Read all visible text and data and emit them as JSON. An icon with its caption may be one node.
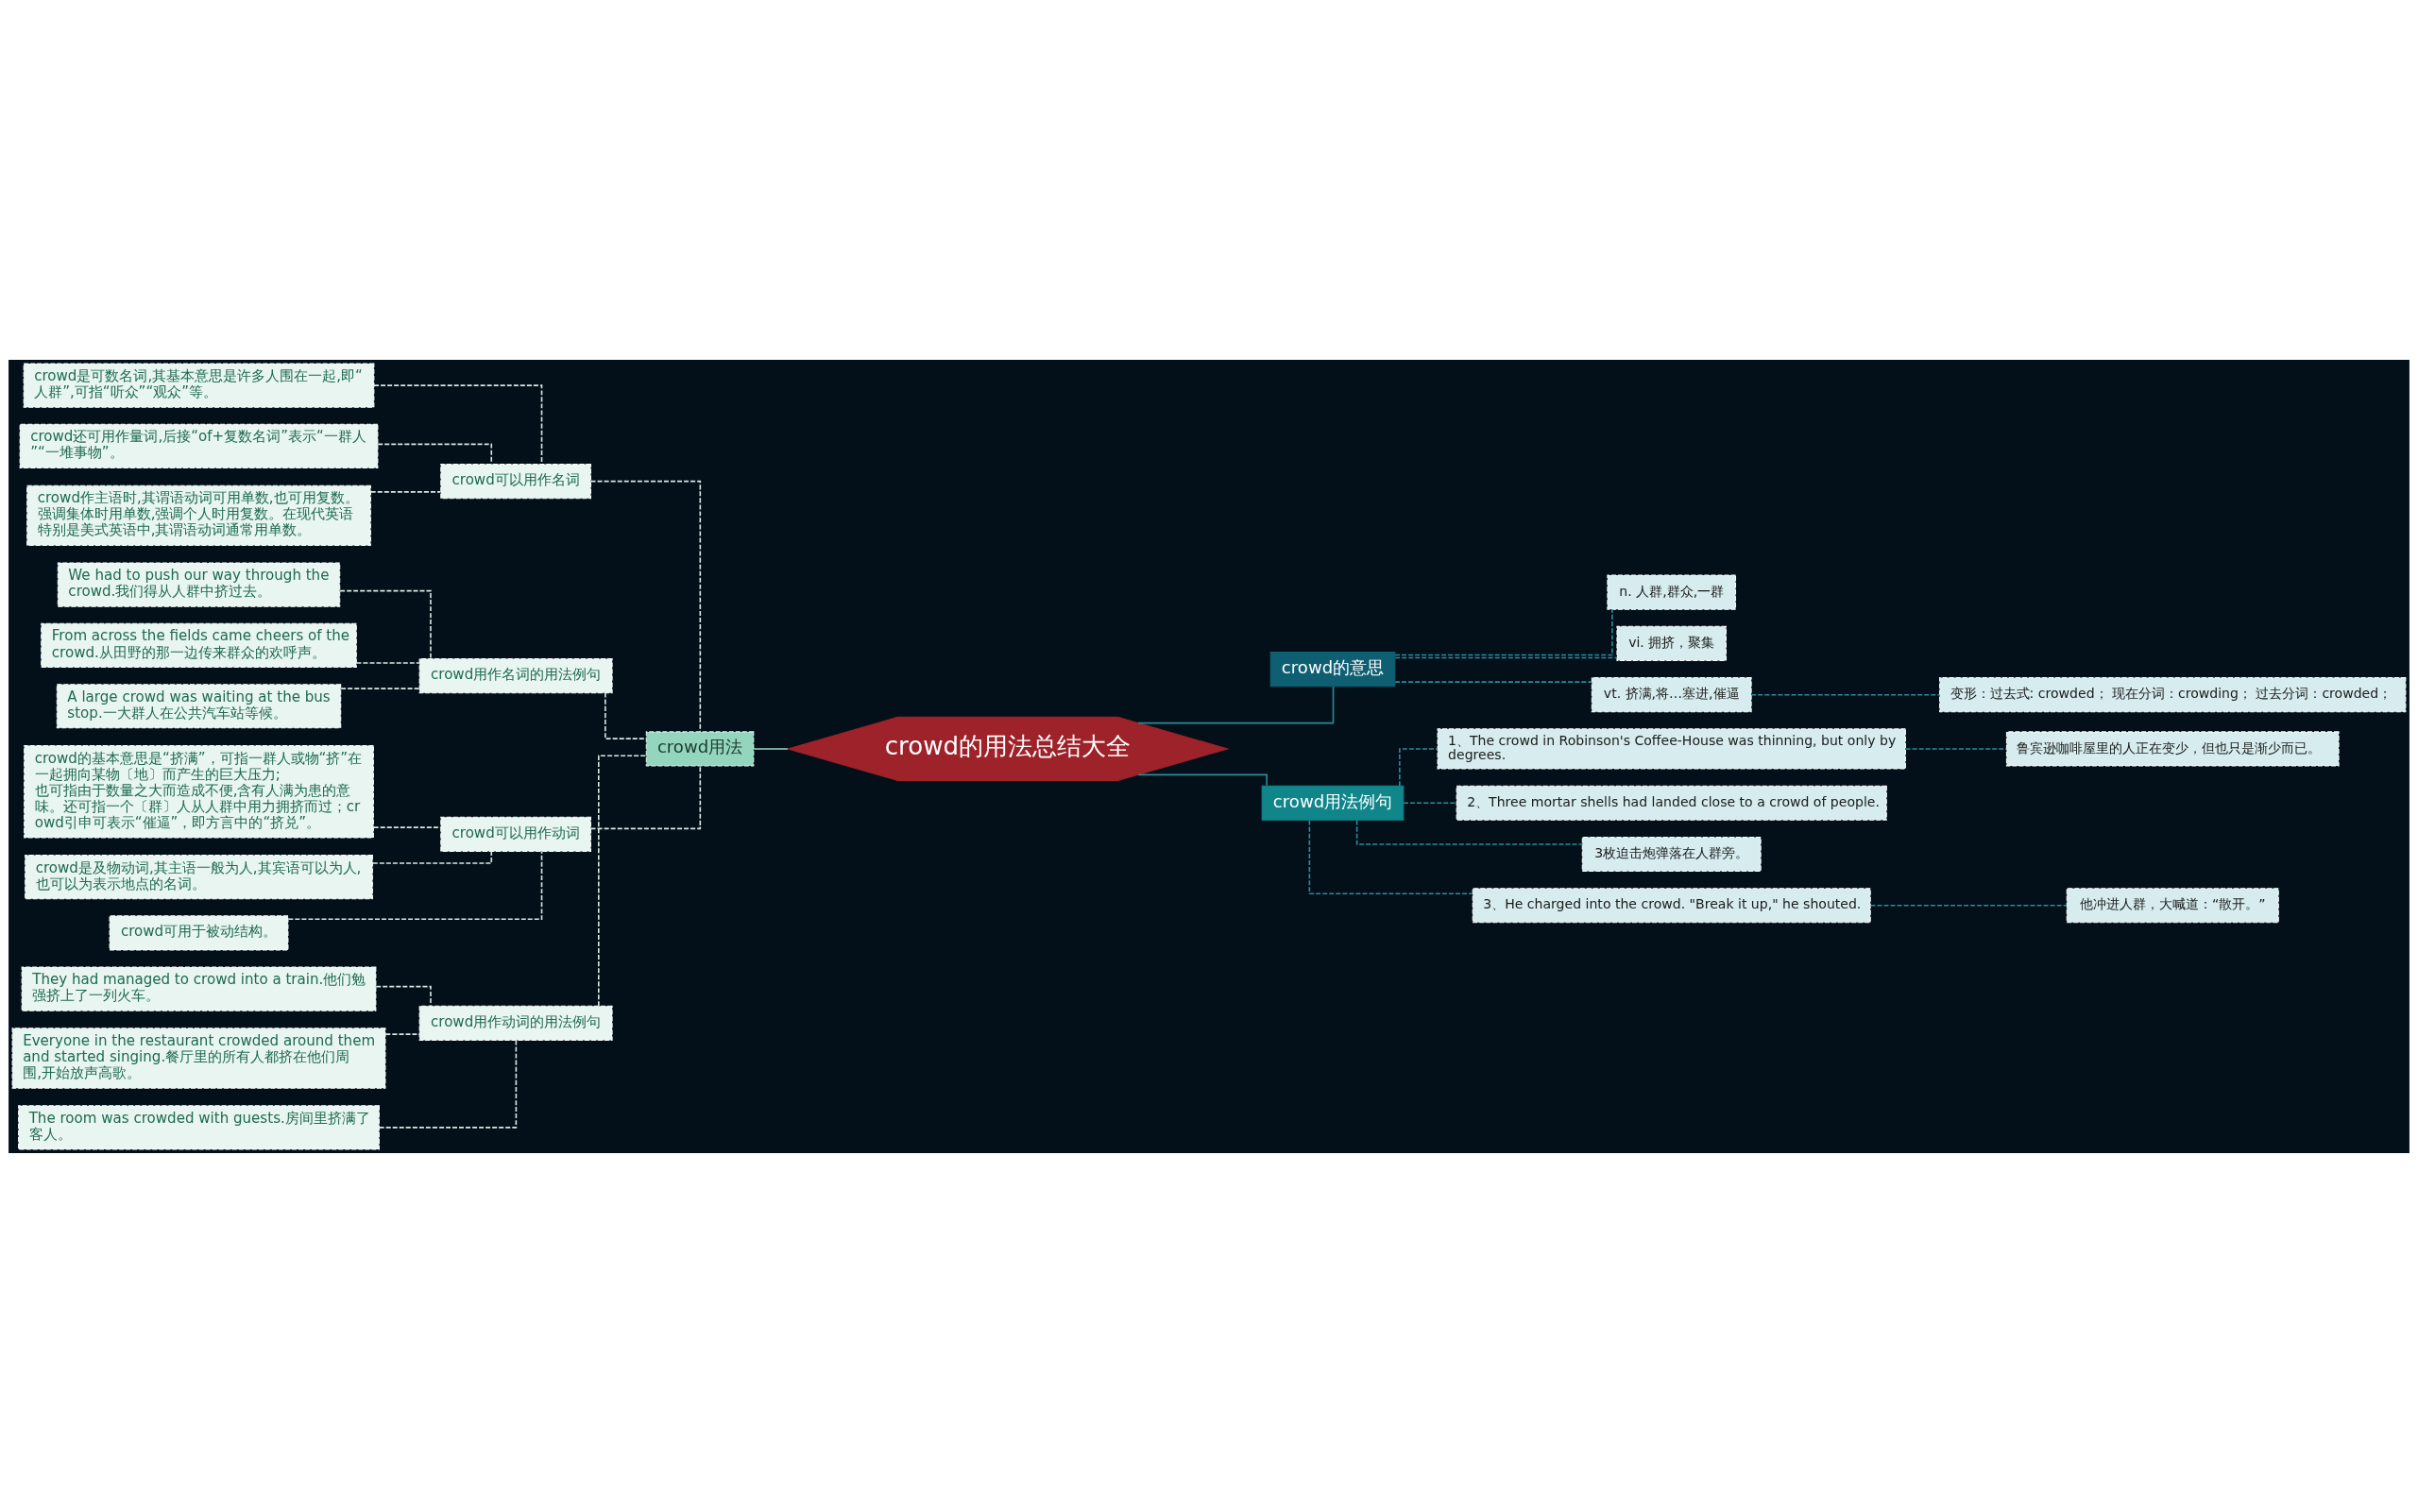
{
  "diagram": {
    "nodes": [
      {
        "text": [
          "crowd的用法总结大全"
        ]
      },
      {
        "text": [
          "crowd用法"
        ]
      },
      {
        "text": [
          "crowd可以用作名词"
        ]
      },
      {
        "text": [
          "crowd是可数名词,其基本意思是许多人围在一起,即“人群”,可指“听众”“观众”等。"
        ]
      },
      {
        "text": [
          "crowd还可用作量词,后接“of+复数名词”表示“一群人”“一堆事物”。"
        ]
      },
      {
        "text": [
          "crowd作主语时,其谓语动词可用单数,也可用复数。强调集体时用单数,强调个人时用复数。在现代英语特别是美式英语中,其谓语动词通常用单数。"
        ]
      },
      {
        "text": [
          "crowd用作名词的用法例句"
        ]
      },
      {
        "text": [
          "We had to push our way through the crowd.我们得从人群中挤过去。"
        ]
      },
      {
        "text": [
          "From across the fields came cheers of the crowd.从田野的那一边传来群众的欢呼声。"
        ]
      },
      {
        "text": [
          "A large crowd was waiting at the bus stop.一大群人在公共汽车站等候。"
        ]
      },
      {
        "text": [
          "crowd可以用作动词"
        ]
      },
      {
        "text": [
          "crowd的基本意思是“挤满”，可指一群人或物“挤”在一起拥向某物〔地〕而产生的巨大压力; 也可指由于数量之大而造成不便,含有人满为患的意味。还可指一个〔群〕人从人群中用力拥挤而过；crowd引申可表示“催逼”，即方言中的“挤兑”。"
        ]
      },
      {
        "text": [
          "crowd是及物动词,其主语一般为人,其宾语可以为人,也可以为表示地点的名词。"
        ]
      },
      {
        "text": [
          "crowd可用于被动结构。"
        ]
      },
      {
        "text": [
          "crowd用作动词的用法例句"
        ]
      },
      {
        "text": [
          "They had managed to crowd into a train.他们勉强挤上了一列火车。"
        ]
      },
      {
        "text": [
          "Everyone in the restaurant crowded around them and started singing.餐厅里的所有人都挤在他们周围,开始放声高歌。"
        ]
      },
      {
        "text": [
          "The room was crowded with guests.房间里挤满了客人。"
        ]
      },
      {
        "text": [
          "crowd的意思"
        ]
      },
      {
        "text": [
          "n. 人群,群众,一群"
        ]
      },
      {
        "text": [
          "vi. 拥挤，聚集"
        ]
      },
      {
        "text": [
          "vt. 挤满,将…塞进,催逼"
        ]
      },
      {
        "text": [
          "变形：过去式: crowded； 现在分词：crowding； 过去分词：crowded；"
        ]
      },
      {
        "text": [
          "crowd用法例句"
        ]
      },
      {
        "text": [
          "1、The crowd in Robinson's Coffee-House was thinning, but only by degrees."
        ]
      },
      {
        "text": [
          "鲁宾逊咖啡屋里的人正在变少，但也只是渐少而已。"
        ]
      },
      {
        "text": [
          "2、Three mortar shells had landed close to a crowd of people."
        ]
      },
      {
        "text": [
          "3枚迫击炮弹落在人群旁。"
        ]
      },
      {
        "text": [
          "3、He charged into the crowd. \"Break it up,\" he shouted."
        ]
      },
      {
        "text": [
          "他冲进人群，大喊道：“散开。”"
        ]
      }
    ],
    "edges": [
      {
        "from": 3,
        "to": 2,
        "arrow": "none",
        "style": "dashed"
      },
      {
        "from": 4,
        "to": 2,
        "arrow": "none",
        "style": "dashed"
      },
      {
        "from": 5,
        "to": 2,
        "arrow": "none",
        "style": "dashed"
      },
      {
        "from": 7,
        "to": 6,
        "arrow": "none",
        "style": "dashed"
      },
      {
        "from": 8,
        "to": 6,
        "arrow": "none",
        "style": "dashed"
      },
      {
        "from": 9,
        "to": 6,
        "arrow": "none",
        "style": "dashed"
      },
      {
        "from": 11,
        "to": 10,
        "arrow": "none",
        "style": "dashed"
      },
      {
        "from": 12,
        "to": 10,
        "arrow": "none",
        "style": "dashed"
      },
      {
        "from": 13,
        "to": 10,
        "arrow": "none",
        "style": "dashed"
      },
      {
        "from": 15,
        "to": 14,
        "arrow": "none",
        "style": "dashed"
      },
      {
        "from": 16,
        "to": 14,
        "arrow": "none",
        "style": "dashed"
      },
      {
        "from": 17,
        "to": 14,
        "arrow": "none",
        "style": "dashed"
      },
      {
        "from": 2,
        "to": 1,
        "arrow": "none",
        "style": "dashed"
      },
      {
        "from": 6,
        "to": 1,
        "arrow": "none",
        "style": "dashed"
      },
      {
        "from": 10,
        "to": 1,
        "arrow": "none",
        "style": "dashed"
      },
      {
        "from": 14,
        "to": 1,
        "arrow": "none",
        "style": "dashed"
      },
      {
        "from": 1,
        "to": 0,
        "arrow": "none",
        "color": "#9fd8c4"
      },
      {
        "from": 0,
        "to": 18,
        "arrow": "none",
        "color": "#2a8c9a"
      },
      {
        "from": 0,
        "to": 23,
        "arrow": "none",
        "color": "#2a8c9a"
      },
      {
        "from": 18,
        "to": 19,
        "arrow": "none",
        "style": "dashed",
        "color": "#2a8c9a"
      },
      {
        "from": 18,
        "to": 20,
        "arrow": "none",
        "style": "dashed",
        "color": "#2a8c9a"
      },
      {
        "from": 18,
        "to": 21,
        "arrow": "none",
        "style": "dashed",
        "color": "#2a8c9a"
      },
      {
        "from": 21,
        "to": 22,
        "arrow": "none",
        "style": "dashed",
        "color": "#2a8c9a"
      },
      {
        "from": 23,
        "to": 24,
        "arrow": "none",
        "style": "dashed",
        "color": "#2a8c9a"
      },
      {
        "from": 24,
        "to": 25,
        "arrow": "none",
        "style": "dashed",
        "color": "#2a8c9a"
      },
      {
        "from": 23,
        "to": 26,
        "arrow": "none",
        "style": "dashed",
        "color": "#2a8c9a"
      },
      {
        "from": 23,
        "to": 27,
        "arrow": "none",
        "style": "dashed",
        "color": "#2a8c9a"
      },
      {
        "from": 23,
        "to": 28,
        "arrow": "none",
        "style": "dashed",
        "color": "#2a8c9a"
      },
      {
        "from": 28,
        "to": 29,
        "arrow": "none",
        "style": "dashed",
        "color": "#2a8c9a"
      }
    ]
  }
}
